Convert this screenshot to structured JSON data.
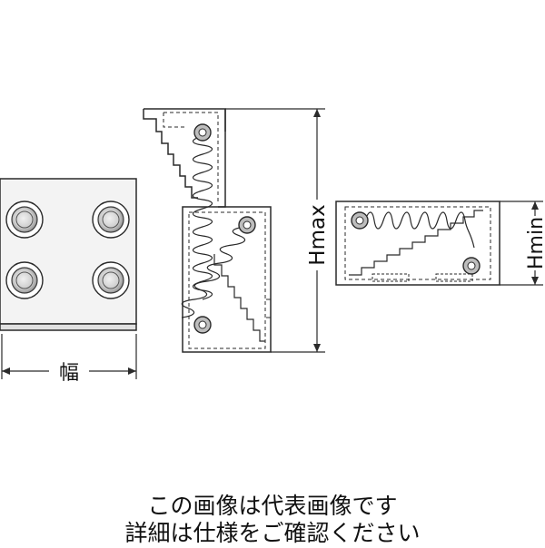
{
  "labels": {
    "width": "幅",
    "hmax": "Hmax",
    "hmin": "Hmin"
  },
  "caption": {
    "line1": "この画像は代表画像です",
    "line2": "詳細は仕様をご確認ください"
  },
  "colors": {
    "line": "#2a2a2a",
    "face": "#f3f3f3",
    "side": "#dcdcdc",
    "bolt": "#bdbdbd"
  }
}
